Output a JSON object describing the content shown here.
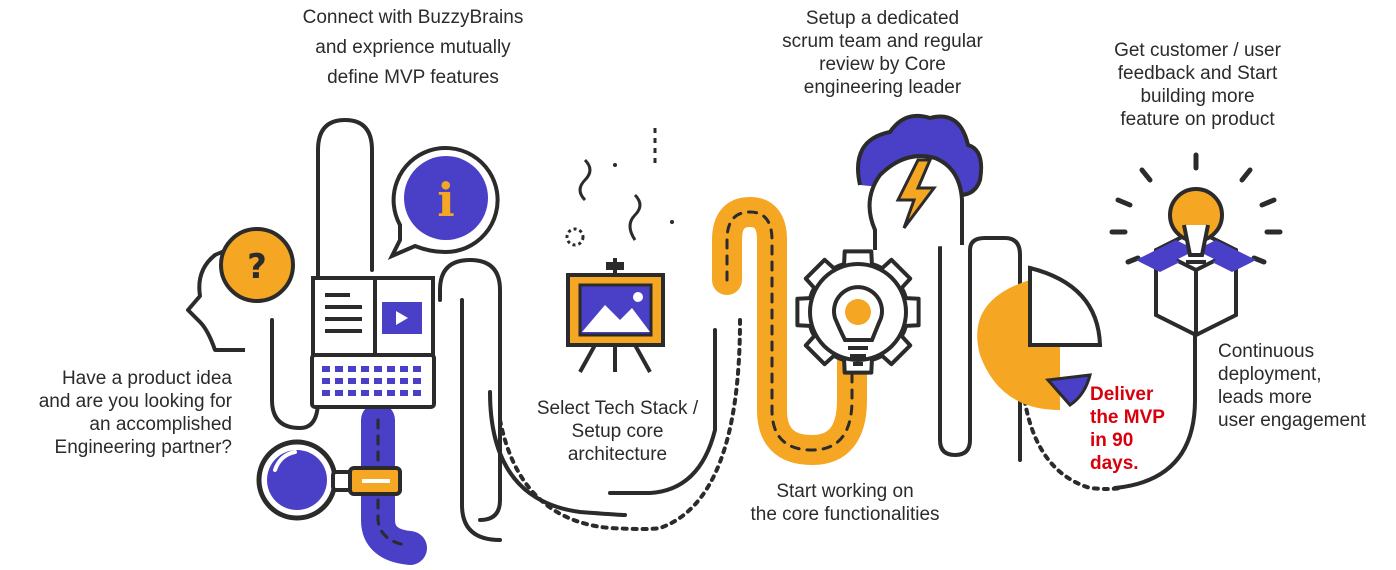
{
  "colors": {
    "ink": "#2b2b2b",
    "orange": "#f5a623",
    "purple": "#4a3fc7",
    "highlight": "#d9000d",
    "background": "#ffffff"
  },
  "steps": [
    {
      "id": "idea",
      "icon": "thinking-head-question-icon",
      "lines": [
        "Have a product idea",
        "and are you looking for",
        "an accomplished",
        "Engineering partner?"
      ]
    },
    {
      "id": "connect",
      "icon": "info-bubble-book-laptop-icon",
      "lines": [
        "Connect with BuzzyBrains",
        "and exprience mutually",
        "define MVP features"
      ]
    },
    {
      "id": "tech",
      "icon": "easel-presentation-icon",
      "lines": [
        "Select Tech Stack /",
        "Setup core",
        "architecture"
      ]
    },
    {
      "id": "work",
      "icon": "gear-lightbulb-icon",
      "lines": [
        "Start working on",
        "the core functionalities"
      ]
    },
    {
      "id": "scrum",
      "icon": "head-cloud-lightning-icon",
      "lines": [
        "Setup a dedicated",
        "scrum team and regular",
        "review by Core",
        "engineering leader"
      ]
    },
    {
      "id": "deliver",
      "icon": "pie-chart-icon",
      "highlight": true,
      "lines": [
        "Deliver",
        "the MVP",
        "in 90",
        "days."
      ]
    },
    {
      "id": "feedback",
      "icon": "lightbulb-box-icon",
      "lines": [
        "Get customer / user",
        "feedback and Start",
        "building more",
        "feature on product"
      ]
    },
    {
      "id": "deploy",
      "icon": "deployment-icon",
      "lines": [
        "Continuous",
        "deployment,",
        "leads more",
        "user engagement"
      ]
    }
  ],
  "icons": {
    "question_glyph": "?",
    "info_glyph": "i"
  }
}
